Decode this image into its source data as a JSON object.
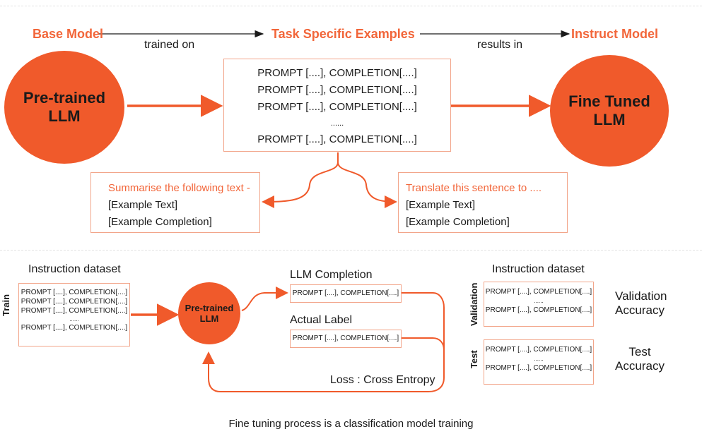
{
  "top": {
    "base_model": "Base Model",
    "trained_on": "trained on",
    "task_examples": "Task Specific Examples",
    "results_in": "results in",
    "instruct_model": "Instruct Model",
    "pretrained_line1": "Pre-trained",
    "pretrained_line2": "LLM",
    "finetuned_line1": "Fine Tuned",
    "finetuned_line2": "LLM",
    "examples": [
      "PROMPT [....], COMPLETION[....]",
      "PROMPT [....], COMPLETION[....]",
      "PROMPT [....], COMPLETION[....]",
      "......",
      "PROMPT [....], COMPLETION[....]"
    ],
    "summarise": {
      "title": "Summarise the following text -",
      "line1": "[Example Text]",
      "line2": "[Example Completion]"
    },
    "translate": {
      "title": "Translate this sentence to ....",
      "line1": "[Example Text]",
      "line2": "[Example Completion]"
    }
  },
  "bottom": {
    "instruction_dataset_left": "Instruction dataset",
    "train_label": "Train",
    "train_rows": [
      "PROMPT [....], COMPLETION[....]",
      "PROMPT [....], COMPLETION[....]",
      "PROMPT [....], COMPLETION[....]",
      "......",
      "PROMPT [....], COMPLETION[....]"
    ],
    "pretrained_line1": "Pre-trained",
    "pretrained_line2": "LLM",
    "llm_completion": "LLM Completion",
    "llm_completion_row": "PROMPT [....], COMPLETION[....]",
    "actual_label": "Actual Label",
    "actual_label_row": "PROMPT [....], COMPLETION[....]",
    "loss": "Loss : Cross Entropy",
    "instruction_dataset_right": "Instruction dataset",
    "validation_label": "Validation",
    "validation_rows": [
      "PROMPT [....], COMPLETION[....]",
      "......",
      "PROMPT [....], COMPLETION[....]"
    ],
    "validation_accuracy_line1": "Validation",
    "validation_accuracy_line2": "Accuracy",
    "test_label": "Test",
    "test_rows": [
      "PROMPT [....], COMPLETION[....]",
      "......",
      "PROMPT [....], COMPLETION[....]"
    ],
    "test_accuracy_line1": "Test",
    "test_accuracy_line2": "Accuracy"
  },
  "caption": "Fine tuning process is a classification model training",
  "colors": {
    "accent": "#f05a2b",
    "accent_text": "#f2663a",
    "box_border": "#f2a58a",
    "text": "#1a1a1a"
  }
}
